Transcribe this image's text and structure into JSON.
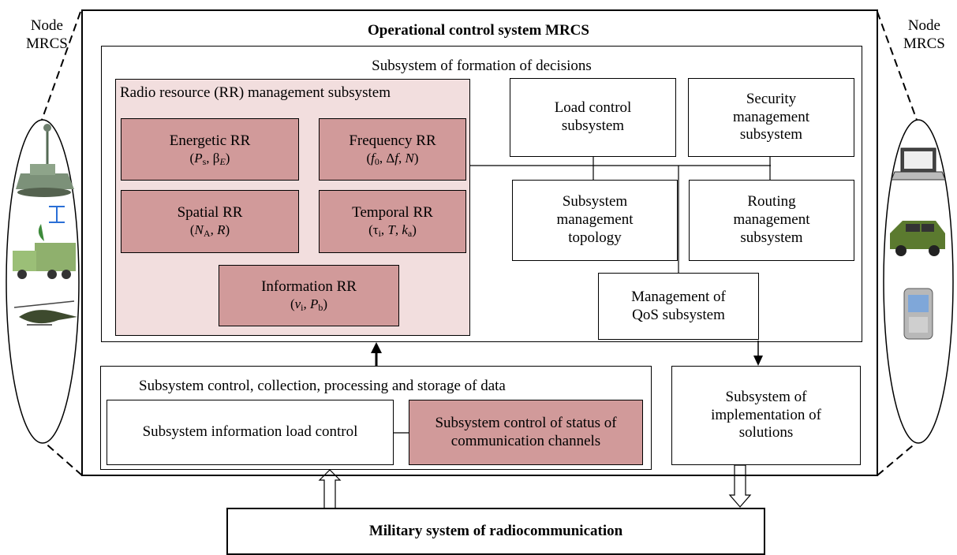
{
  "node_left": {
    "line1": "Node",
    "line2": "MRCS"
  },
  "node_right": {
    "line1": "Node",
    "line2": "MRCS"
  },
  "outer_title": "Operational control system MRCS",
  "decisions_title": "Subsystem of formation of decisions",
  "rr_title": "Radio resource (RR) management subsystem",
  "rr_boxes": {
    "energetic": {
      "title": "Energetic RR"
    },
    "frequency": {
      "title": "Frequency RR"
    },
    "spatial": {
      "title": "Spatial RR"
    },
    "temporal": {
      "title": "Temporal RR"
    },
    "information": {
      "title": "Information RR"
    }
  },
  "load_control": "Load control subsystem",
  "security": "Security management subsystem",
  "topology": "Subsystem management topology",
  "routing": "Routing management subsystem",
  "qos": "Management of QoS subsystem",
  "collection_title": "Subsystem control, collection, processing and storage of data",
  "info_load": "Subsystem information load control",
  "channels": "Subsystem control of status of communication channels",
  "implementation": "Subsystem of implementation of solutions",
  "military": "Military system of radiocommunication",
  "icons": {
    "left": [
      "armored-vehicle-antenna-icon",
      "satellite-dish-truck-icon",
      "helicopter-icon"
    ],
    "right": [
      "laptop-icon",
      "military-jeep-icon",
      "pda-phone-icon"
    ]
  },
  "colors": {
    "rr_fill": "#d19a9a",
    "rr_panel": "#f2dede"
  }
}
